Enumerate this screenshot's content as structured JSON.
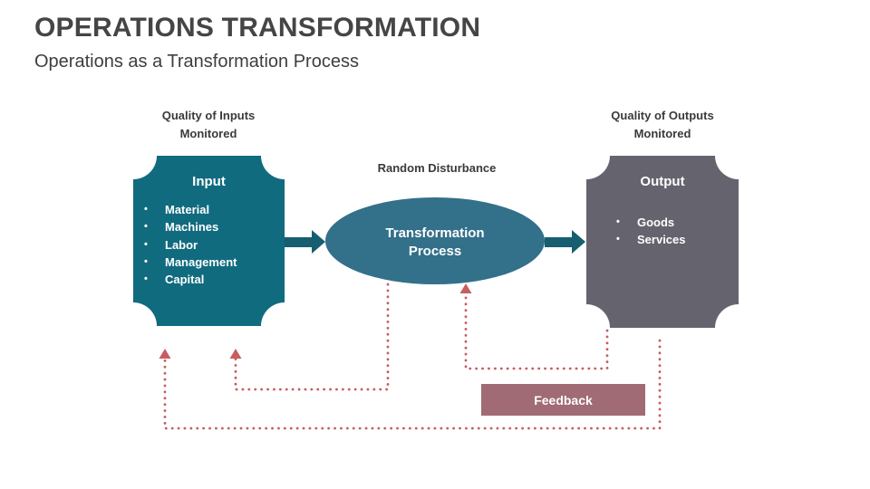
{
  "colors": {
    "input-fill": "#116b7f",
    "process-fill": "#33708a",
    "output-fill": "#65646e",
    "arrow": "#175e70",
    "dotted": "#c75d63",
    "feedback-fill": "#a06b75",
    "title-text": "#454545",
    "label-text": "#3a3a3a"
  },
  "header": {
    "title": "OPERATIONS TRANSFORMATION",
    "subtitle": "Operations as a Transformation Process"
  },
  "diagram": {
    "bullet_glyph": "•",
    "inputs_monitor_label": "Quality of Inputs Monitored",
    "outputs_monitor_label": "Quality of Outputs Monitored",
    "disturbance_label": "Random Disturbance",
    "input_box": {
      "title": "Input",
      "items": [
        "Material",
        "Machines",
        "Labor",
        "Management",
        "Capital"
      ]
    },
    "process_ellipse": {
      "title": "Transformation Process"
    },
    "output_box": {
      "title": "Output",
      "items": [
        "Goods",
        "Services"
      ]
    },
    "feedback_label": "Feedback"
  }
}
